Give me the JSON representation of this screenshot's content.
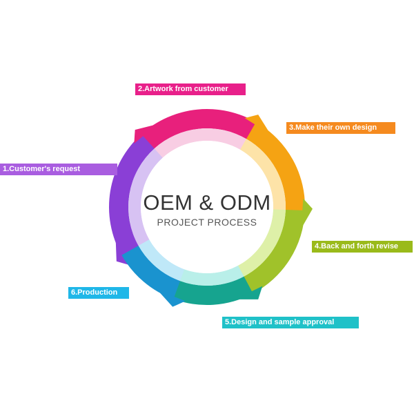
{
  "center": {
    "title": "OEM & ODM",
    "subtitle": "PROJECT PROCESS"
  },
  "steps": [
    {
      "label": "1.Customer's request",
      "color": "#a95de0",
      "outer": "#8a3fd6",
      "inner": "#d7c2f3"
    },
    {
      "label": "2.Artwork from customer",
      "color": "#e8208a",
      "outer": "#e8207c",
      "inner": "#f8cde3"
    },
    {
      "label": "3.Make their own design",
      "color": "#f58a1f",
      "outer": "#f5a313",
      "inner": "#fde3a8"
    },
    {
      "label": "4.Back and forth revise",
      "color": "#9aba1a",
      "outer": "#a0c22a",
      "inner": "#def0a8"
    },
    {
      "label": "5.Design and sample approval",
      "color": "#1fc1c8",
      "outer": "#16a48f",
      "inner": "#b9efe9"
    },
    {
      "label": "6.Production",
      "color": "#1fb7e8",
      "outer": "#1a93cf",
      "inner": "#bfe8f8"
    }
  ]
}
